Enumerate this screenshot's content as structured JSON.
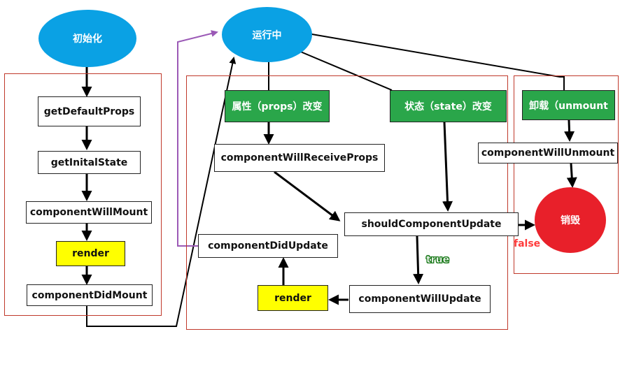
{
  "nodes": {
    "init": "初始化",
    "running": "运行中",
    "getDefaultProps": "getDefaultProps",
    "getInitalState": "getInitalState",
    "componentWillMount_init": "componentWillMount",
    "render_init": "render",
    "componentDidMount": "componentDidMount",
    "props_change": "属性（props）改变",
    "state_change": "状态（state）改变",
    "unmount": "卸载（unmount",
    "componentWillReceiveProps": "componentWillReceiveProps",
    "shouldComponentUpdate": "shouldComponentUpdate",
    "componentDidUpdate": "componentDidUpdate",
    "render_update": "render",
    "componentWillUpdate": "componentWillUpdate",
    "componentWillUnmount": "componentWillUnmount",
    "destroy": "销毁"
  },
  "edge_labels": {
    "true": "true",
    "false": "false"
  },
  "colors": {
    "region_border": "#c0392b",
    "blue_ellipse": "#0aa1e4",
    "red_ellipse": "#e8202a",
    "green_box": "#2aa64a",
    "yellow_box": "#ffff00",
    "purple_arrow": "#9b59b6"
  }
}
